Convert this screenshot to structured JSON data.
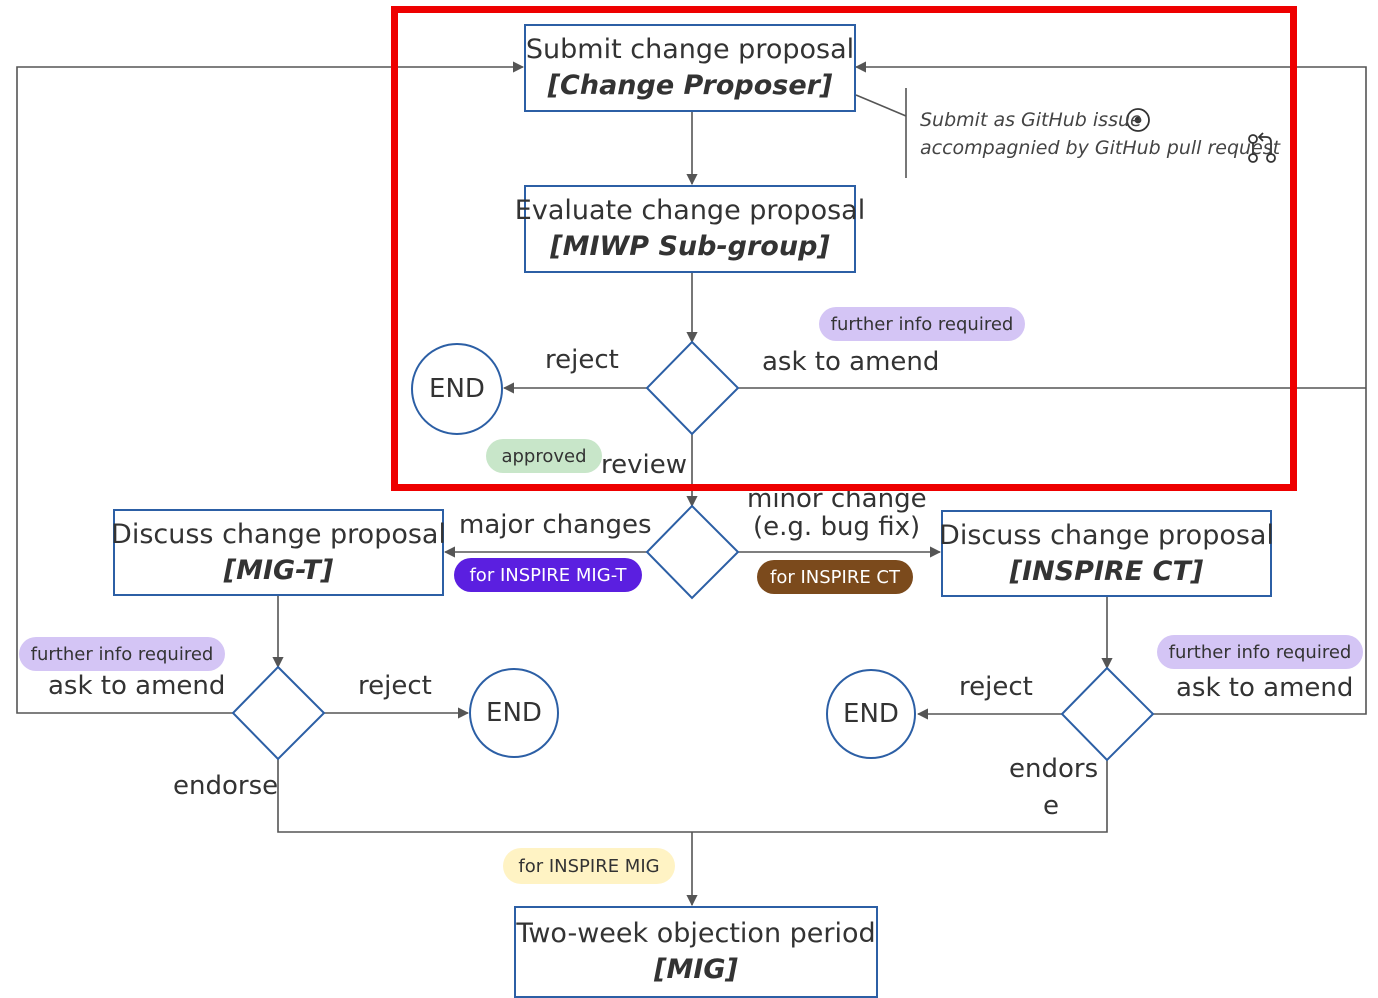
{
  "nodes": {
    "submit": {
      "title": "Submit change proposal",
      "role": "[Change Proposer]"
    },
    "evaluate": {
      "title": "Evaluate change proposal",
      "role": "[MIWP Sub-group]"
    },
    "discuss_migt": {
      "title": "Discuss change proposal",
      "role": "[MIG-T]"
    },
    "discuss_ct": {
      "title": "Discuss change proposal",
      "role": "[INSPIRE CT]"
    },
    "objection": {
      "title": "Two-week objection period",
      "role": "[MIG]"
    },
    "end_label": "END"
  },
  "edge_labels": {
    "reject": "reject",
    "ask_to_amend": "ask to amend",
    "review": "review",
    "major_changes": "major changes",
    "minor_change_1": "minor change",
    "minor_change_2": "(e.g. bug fix)",
    "endorse": "endorse",
    "endorse_split_1": "endors",
    "endorse_split_2": "e"
  },
  "tags": {
    "further_info": "further info required",
    "approved": "approved",
    "for_mig_t": "for INSPIRE MIG-T",
    "for_ct": "for INSPIRE CT",
    "for_mig": "for INSPIRE MIG"
  },
  "note": {
    "line1": "Submit as GitHub issue",
    "line2": "accompagnied by GitHub pull request"
  },
  "colors": {
    "stroke": "#2c5fa5",
    "highlight": "#ee0000",
    "further_info_bg": "#d4c5f5",
    "approved_bg": "#c8e6c9",
    "mig_t_bg": "#5b1fe0",
    "ct_bg": "#7b4a1c",
    "mig_bg": "#fff3c4"
  }
}
